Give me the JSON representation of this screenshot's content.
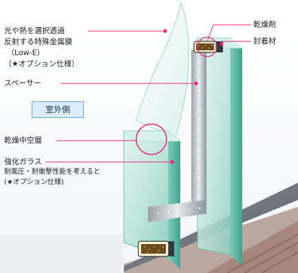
{
  "labels": {
    "lowe_line1": "光や熱を選択透過",
    "lowe_line2": "反射する特殊金属膜",
    "lowe_line3": "（Low-E）",
    "lowe_line4": "（★オプション仕様）",
    "spacer": "スペーサー",
    "outdoor_side": "室外側",
    "air_layer": "乾燥中空層",
    "glass_line1": "強化ガラス",
    "glass_line2": "耐風圧・耐衝撃性能を考えると",
    "glass_line3": "(★オプション仕様)",
    "desiccant": "乾燥剤",
    "sealant": "封着材"
  },
  "colors": {
    "leader_line": "#e8267a",
    "glass": "#bfe3dc",
    "glass_edge": "#3aa590",
    "spacer": "#c9ced2",
    "desiccant": "#6b4a1f",
    "side_box": "#dcecf9"
  }
}
